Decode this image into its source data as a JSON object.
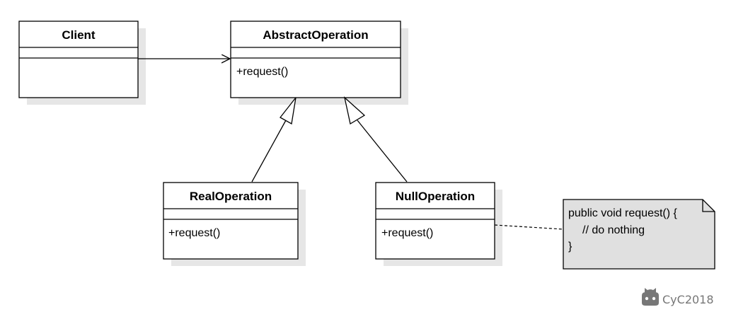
{
  "classes": {
    "client": {
      "name": "Client",
      "methods": []
    },
    "abstract_operation": {
      "name": "AbstractOperation",
      "methods": [
        "+request()"
      ]
    },
    "real_operation": {
      "name": "RealOperation",
      "methods": [
        "+request()"
      ]
    },
    "null_operation": {
      "name": "NullOperation",
      "methods": [
        "+request()"
      ]
    }
  },
  "note": {
    "lines": [
      "public void request() {",
      "// do nothing",
      "}"
    ]
  },
  "watermark": {
    "text": "CyC2018",
    "icon": "github-octocat-icon"
  },
  "colors": {
    "line": "#000000",
    "shadow": "#e6e6e6",
    "note_fill": "#e0e0e0",
    "watermark": "#777777"
  }
}
